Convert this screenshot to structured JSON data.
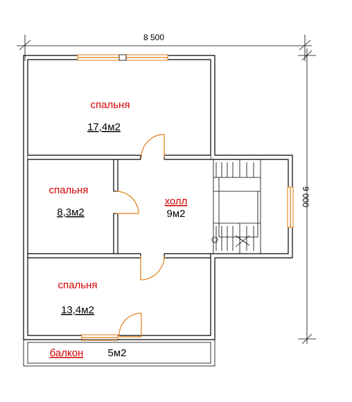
{
  "dimensions": {
    "width_label": "8 500",
    "height_label": "9 000"
  },
  "rooms": [
    {
      "name": "спальня",
      "area": "17,4м2"
    },
    {
      "name": "спальня",
      "area": "8,3м2"
    },
    {
      "name": "холл",
      "area": "9м2"
    },
    {
      "name": "спальня",
      "area": "13,4м2"
    },
    {
      "name": "балкон",
      "area": "5м2"
    }
  ],
  "colors": {
    "walls": "#000000",
    "room_name": "#d40000",
    "doors_windows": "#e07a10"
  }
}
